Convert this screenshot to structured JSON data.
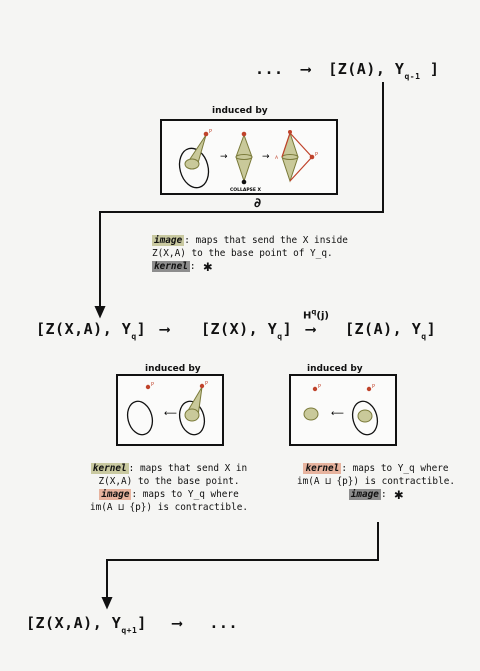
{
  "top_row": {
    "dots": "...",
    "arrow": "⟶",
    "target": "[Z(A), Y",
    "target_sub": "q-1",
    "target_close": "]"
  },
  "box1": {
    "title": "induced by",
    "collapse_label": "COLLAPSE X",
    "point_label": "P",
    "subset_label": "A"
  },
  "boundary_label": "∂",
  "note1": {
    "image_kw": "image",
    "image_text_line1": ": maps that send the X inside",
    "image_text_line2": "Z(X,A) to the base point of Y_q.",
    "kernel_kw": "kernel",
    "kernel_text": ":",
    "star": "✱"
  },
  "middle_row": {
    "item1": "[Z(X,A), Y",
    "item1_sub": "q",
    "item1_close": "]",
    "arrow1": "⟶",
    "item2": "[Z(X), Y",
    "item2_sub": "q",
    "item2_close": "]",
    "map_label": "H",
    "map_sup": "q",
    "map_arg": "(j)",
    "arrow2": "⟶",
    "item3": "[Z(A), Y",
    "item3_sub": "q",
    "item3_close": "]"
  },
  "box2": {
    "title": "induced by",
    "point_label": "P",
    "arrow": "⟵"
  },
  "box3": {
    "title": "induced by",
    "point_label": "P",
    "arrow": "⟵"
  },
  "note2": {
    "kernel_kw": "kernel",
    "line1": ": maps that send X in",
    "line2": "Z(X,A) to the base point.",
    "image_kw": "image",
    "line3": ": maps to Y_q where",
    "line4": "im(A ⊔ {p}) is contractible."
  },
  "note3": {
    "kernel_kw": "kernel",
    "line1": ": maps to Y_q where",
    "line2": "im(A ⊔ {p}) is contractible.",
    "image_kw": "image",
    "image_text": ":",
    "star": "✱"
  },
  "bottom_row": {
    "item": "[Z(X,A), Y",
    "item_sub": "q+1",
    "item_close": "]",
    "arrow": "⟶",
    "dots": "..."
  },
  "colors": {
    "olive_fill": "#c9c99a",
    "olive_stroke": "#7a7a3a",
    "red_point": "#c0432b",
    "red_line": "#c0432b"
  }
}
